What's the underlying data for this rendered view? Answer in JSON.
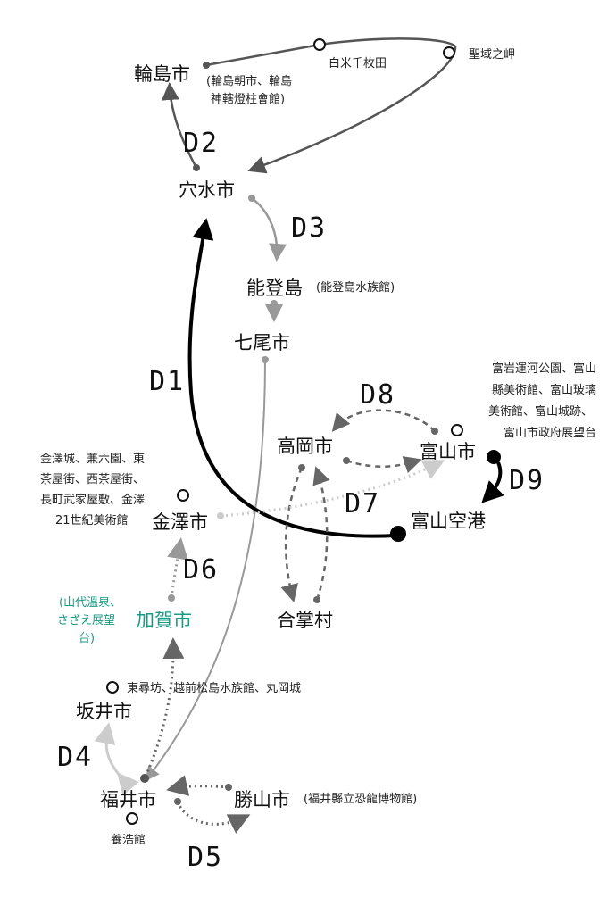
{
  "colors": {
    "accent_teal": "#1a9a84",
    "route_dark": "#555555",
    "route_mid": "#999999",
    "route_light": "#cccccc",
    "route_black": "#000000"
  },
  "days": {
    "d1": "D1",
    "d2": "D2",
    "d3": "D3",
    "d4": "D4",
    "d5": "D5",
    "d6": "D6",
    "d7": "D7",
    "d8": "D8",
    "d9": "D9"
  },
  "cities": {
    "wajima": "輪島市",
    "anamizu": "穴水市",
    "notojima": "能登島",
    "nanao": "七尾市",
    "takaoka": "高岡市",
    "toyama": "富山市",
    "toyama_airport": "富山空港",
    "kanazawa": "金澤市",
    "kaga": "加賀市",
    "gassho": "合掌村",
    "sakai": "坂井市",
    "fukui": "福井市",
    "katsuyama": "勝山市"
  },
  "notes": {
    "wajima": [
      "(輪島朝市、輪島",
      "神轄燈柱會館)"
    ],
    "shiroyone": "白米千枚田",
    "seiiki": "聖域之岬",
    "notojima": "(能登島水族館)",
    "toyama": [
      "富岩運河公園、富山",
      "縣美術館、富山玻璃",
      "美術館、富山城跡、",
      "富山市政府展望台"
    ],
    "kanazawa": [
      "金澤城、兼六園、東",
      "茶屋街、西茶屋街、",
      "長町武家屋敷、金澤",
      "21世紀美術館"
    ],
    "kaga": [
      "(山代溫泉、",
      "さざえ展望",
      "台)"
    ],
    "sakai": "東尋坊、越前松島水族館、丸岡城",
    "katsuyama": "(福井縣立恐龍博物館)",
    "fukui": "養浩館"
  }
}
